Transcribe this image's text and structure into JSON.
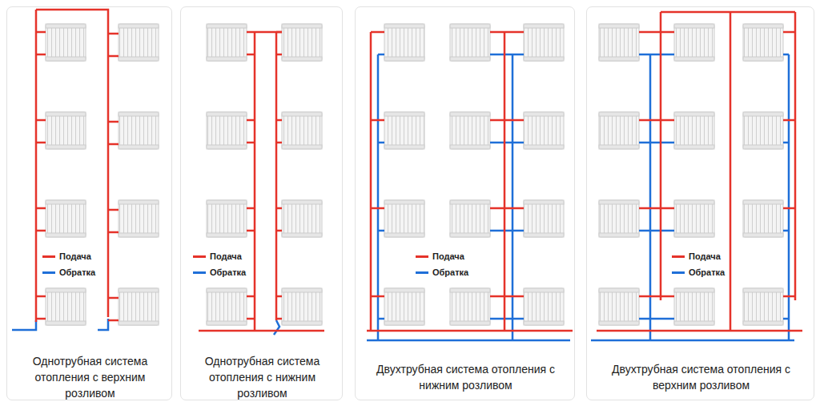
{
  "diagram": {
    "nodes": [
      {
        "text": [
          "Однотрубная система отопления с верхним розливом"
        ]
      },
      {
        "text": [
          "Однотрубная система отопления с нижним розливом"
        ]
      },
      {
        "text": [
          "Двухтрубная система отопления с нижним розливом"
        ]
      },
      {
        "text": [
          "Двухтрубная система отопления с верхним розливом"
        ]
      }
    ],
    "legend": [
      {
        "text": "Подача",
        "color": "#e5332a"
      },
      {
        "text": "Обратка",
        "color": "#1f6fd8"
      },
      {
        "text": "Подача",
        "color": "#e5332a"
      },
      {
        "text": "Обратка",
        "color": "#1f6fd8"
      },
      {
        "text": "Подача",
        "color": "#e5332a"
      },
      {
        "text": "Обратка",
        "color": "#1f6fd8"
      },
      {
        "text": "Подача",
        "color": "#e5332a"
      },
      {
        "text": "Обратка",
        "color": "#1f6fd8"
      }
    ]
  }
}
